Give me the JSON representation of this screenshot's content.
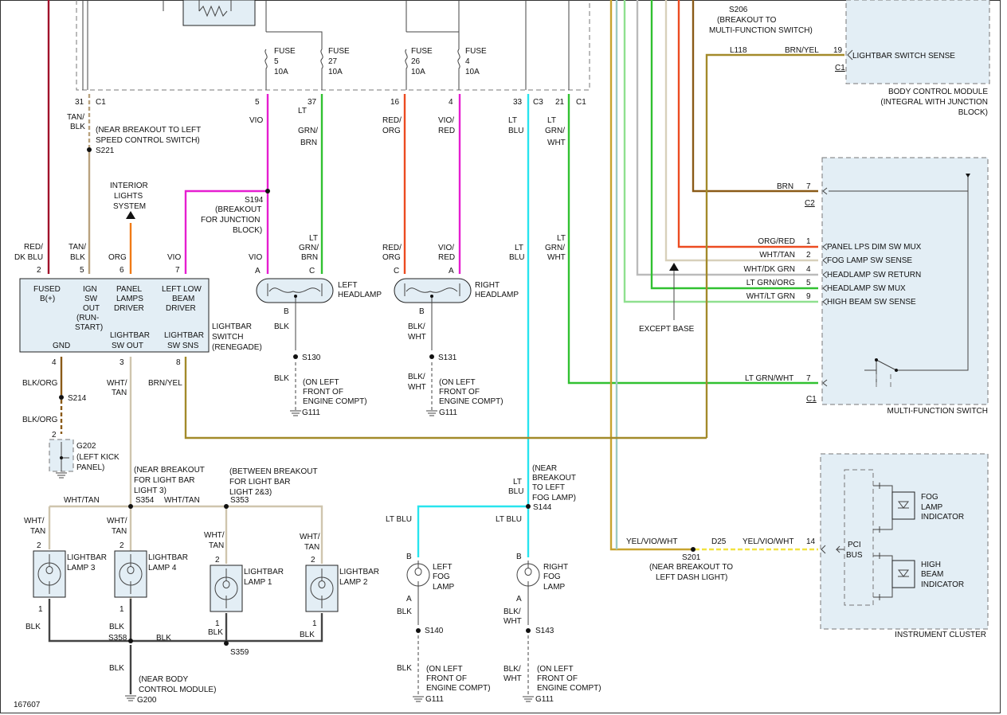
{
  "diagram_id": "167607",
  "modules": {
    "bcm": {
      "name": "BODY CONTROL MODULE",
      "sub1": "(INTEGRAL WITH JUNCTION",
      "sub2": "BLOCK)",
      "pin_label": "LIGHTBAR SWITCH SENSE",
      "pin": "19",
      "conn": "C1"
    },
    "mfs": {
      "name": "MULTI-FUNCTION SWITCH",
      "conn_top": "C2",
      "conn_bot": "C1",
      "pins": [
        {
          "label": "PANEL LPS DIM SW MUX",
          "wire": "ORG/RED",
          "pin": "1"
        },
        {
          "label": "FOG LAMP SW SENSE",
          "wire": "WHT/TAN",
          "pin": "2"
        },
        {
          "label": "HEADLAMP SW RETURN",
          "wire": "WHT/DK GRN",
          "pin": "4"
        },
        {
          "label": "HEADLAMP SW MUX",
          "wire": "LT GRN/ORG",
          "pin": "5"
        },
        {
          "label": "HIGH BEAM SW SENSE",
          "wire": "WHT/LT GRN",
          "pin": "9"
        }
      ],
      "brn_wire": "BRN",
      "brn_pin": "7",
      "ltgrnwht_wire": "LT GRN/WHT",
      "ltgrnwht_pin": "7"
    },
    "cluster": {
      "name": "INSTRUMENT CLUSTER",
      "pci1": "PCI",
      "pci2": "BUS",
      "fog1": "FOG",
      "fog2": "LAMP",
      "fog3": "INDICATOR",
      "hb1": "HIGH",
      "hb2": "BEAM",
      "hb3": "INDICATOR",
      "pin": "14"
    },
    "lightbar_switch": {
      "n1": "LIGHTBAR",
      "n2": "SWITCH",
      "n3": "(RENEGADE)",
      "t_fused1": "FUSED",
      "t_fused2": "B(+)",
      "t_ign1": "IGN",
      "t_ign2": "SW",
      "t_ign3": "OUT",
      "t_ign4": "(RUN-",
      "t_ign5": "START)",
      "t_pan1": "PANEL",
      "t_pan2": "LAMPS",
      "t_pan3": "DRIVER",
      "t_left1": "LEFT LOW",
      "t_left2": "BEAM",
      "t_left3": "DRIVER",
      "t_gnd": "GND",
      "t_out1": "LIGHTBAR",
      "t_out2": "SW OUT",
      "t_sns1": "LIGHTBAR",
      "t_sns2": "SW SNS"
    }
  },
  "fuses": [
    {
      "label": "FUSE",
      "num": "5",
      "amp": "10A",
      "pin": "5",
      "wire1": "VIO",
      "wire2": ""
    },
    {
      "label": "FUSE",
      "num": "27",
      "amp": "10A",
      "pin": "37",
      "wire1": "LT",
      "wire2": "GRN/",
      "wire3": "BRN"
    },
    {
      "label": "FUSE",
      "num": "26",
      "amp": "10A",
      "pin": "16",
      "wire1": "RED/",
      "wire2": "ORG"
    },
    {
      "label": "FUSE",
      "num": "4",
      "amp": "10A",
      "pin": "4",
      "wire1": "VIO/",
      "wire2": "RED"
    }
  ],
  "top": {
    "s206": "S206",
    "s206a": "(BREAKOUT TO",
    "s206b": "MULTI-FUNCTION SWITCH)",
    "l118": "L118",
    "brnyel": "BRN/YEL",
    "pin31": "31",
    "c1a": "C1",
    "tanblk1": "TAN/",
    "tanblk2": "BLK",
    "near_left1": "(NEAR BREAKOUT TO LEFT",
    "near_left2": "SPEED CONTROL SWITCH)",
    "s221": "S221",
    "pin33": "33",
    "c3": "C3",
    "ltblu1": "LT",
    "ltblu2": "BLU",
    "pin21": "21",
    "c1b": "C1",
    "lgw1": "LT",
    "lgw2": "GRN/",
    "lgw3": "WHT",
    "interior1": "INTERIOR",
    "interior2": "LIGHTS",
    "interior3": "SYSTEM",
    "s194": "S194",
    "s194a": "(BREAKOUT",
    "s194b": "FOR JUNCTION",
    "s194c": "BLOCK)"
  },
  "switch_inputs": [
    {
      "wire1": "RED/",
      "wire2": "DK BLU",
      "pin": "2"
    },
    {
      "wire1": "TAN/",
      "wire2": "BLK",
      "pin": "5"
    },
    {
      "wire1": "ORG",
      "wire2": "",
      "pin": "6"
    },
    {
      "wire1": "VIO",
      "wire2": "",
      "pin": "7"
    }
  ],
  "headlamps": {
    "left": {
      "name1": "LEFT",
      "name2": "HEADLAMP",
      "pa": "A",
      "pc": "C",
      "pb": "B",
      "wa": "VIO",
      "wc1": "LT",
      "wc2": "GRN/",
      "wc3": "BRN",
      "gnd_wire": "BLK",
      "splice": "S130",
      "gnd_wire2": "BLK",
      "loc1": "(ON LEFT",
      "loc2": "FRONT OF",
      "loc3": "ENGINE COMPT)",
      "ground": "G111"
    },
    "right": {
      "name1": "RIGHT",
      "name2": "HEADLAMP",
      "pa": "A",
      "pc": "C",
      "pb": "B",
      "wa1": "VIO/",
      "wa2": "RED",
      "wc1": "RED/",
      "wc2": "ORG",
      "gnd_wire1": "BLK/",
      "gnd_wire2": "WHT",
      "splice": "S131",
      "gnd_wire3": "BLK/",
      "gnd_wire4": "WHT",
      "loc1": "(ON LEFT",
      "loc2": "FRONT OF",
      "loc3": "ENGINE COMPT)",
      "ground": "G111"
    },
    "mid_ltblu1": "LT",
    "mid_ltblu2": "BLU",
    "mid_lgw1": "LT",
    "mid_lgw2": "GRN/",
    "mid_lgw3": "WHT"
  },
  "lower": {
    "pin4": "4",
    "blkorg1": "BLK/ORG",
    "s214": "S214",
    "blkorg2": "BLK/ORG",
    "pin2": "2",
    "g202": "G202",
    "g202a": "(LEFT KICK",
    "g202b": "PANEL)",
    "pin3": "3",
    "whttan1": "WHT/",
    "whttan2": "TAN",
    "pin8": "8",
    "brnyel": "BRN/YEL",
    "near_lb3a": "(NEAR BREAKOUT",
    "near_lb3b": "FOR LIGHT BAR",
    "near_lb3c": "LIGHT 3)",
    "between1": "(BETWEEN BREAKOUT",
    "between2": "FOR LIGHT BAR",
    "between3": "LIGHT 2&3)",
    "whttan_a": "WHT/TAN",
    "s354": "S354",
    "whttan_b": "WHT/TAN",
    "s353": "S353",
    "except_base": "EXCEPT BASE"
  },
  "lightbar_lamps": [
    {
      "name1": "LIGHTBAR",
      "name2": "LAMP 3",
      "w1": "WHT/",
      "w2": "TAN",
      "p2": "2",
      "p1": "1"
    },
    {
      "name1": "LIGHTBAR",
      "name2": "LAMP 4",
      "w1": "WHT/",
      "w2": "TAN",
      "p2": "2",
      "p1": "1"
    },
    {
      "name1": "LIGHTBAR",
      "name2": "LAMP 1",
      "w1": "WHT/",
      "w2": "TAN",
      "p2": "2",
      "p1": "1"
    },
    {
      "name1": "LIGHTBAR",
      "name2": "LAMP 2",
      "w1": "WHT/",
      "w2": "TAN",
      "p2": "2",
      "p1": "1"
    }
  ],
  "ground_bottom": {
    "blk_a": "BLK",
    "blk_b": "BLK",
    "s358": "S358",
    "blk_c": "BLK",
    "blk_d": "BLK",
    "s359": "S359",
    "blk_e": "BLK",
    "blk_f": "BLK",
    "near1": "(NEAR BODY",
    "near2": "CONTROL MODULE)",
    "g200": "G200"
  },
  "fog": {
    "near1": "(NEAR",
    "near2": "BREAKOUT",
    "near3": "TO LEFT",
    "near4": "FOG LAMP)",
    "w1": "LT",
    "w2": "BLU",
    "s144": "S144",
    "lw": "LT BLU",
    "rw": "LT BLU",
    "left": {
      "n1": "LEFT",
      "n2": "FOG",
      "n3": "LAMP",
      "pb": "B",
      "pa": "A",
      "w": "BLK",
      "splice": "S140",
      "w2": "BLK",
      "loc1": "(ON LEFT",
      "loc2": "FRONT OF",
      "loc3": "ENGINE COMPT)",
      "ground": "G111"
    },
    "right": {
      "n1": "RIGHT",
      "n2": "FOG",
      "n3": "LAMP",
      "pb": "B",
      "pa": "A",
      "w1": "BLK/",
      "w2": "WHT",
      "splice": "S143",
      "w3": "BLK/",
      "w4": "WHT",
      "loc1": "(ON LEFT",
      "loc2": "FRONT OF",
      "loc3": "ENGINE COMPT)",
      "ground": "G111"
    }
  },
  "pci": {
    "yel": "YEL/VIO/WHT",
    "s201": "S201",
    "d25": "D25",
    "yel2": "YEL/VIO/WHT",
    "near1": "(NEAR BREAKOUT TO",
    "near2": "LEFT DASH LIGHT)"
  },
  "colors": {
    "red": "#a0102a",
    "tan": "#b9a27e",
    "org": "#f07a16",
    "vio": "#e61ed0",
    "grn": "#31c131",
    "redorg": "#ec4b21",
    "ltblu": "#28e4ee",
    "brn": "#8a5a17",
    "brnyel": "#a38a2a",
    "whttan": "#cfc5ae",
    "yel": "#f2e341",
    "blk": "#444444"
  }
}
